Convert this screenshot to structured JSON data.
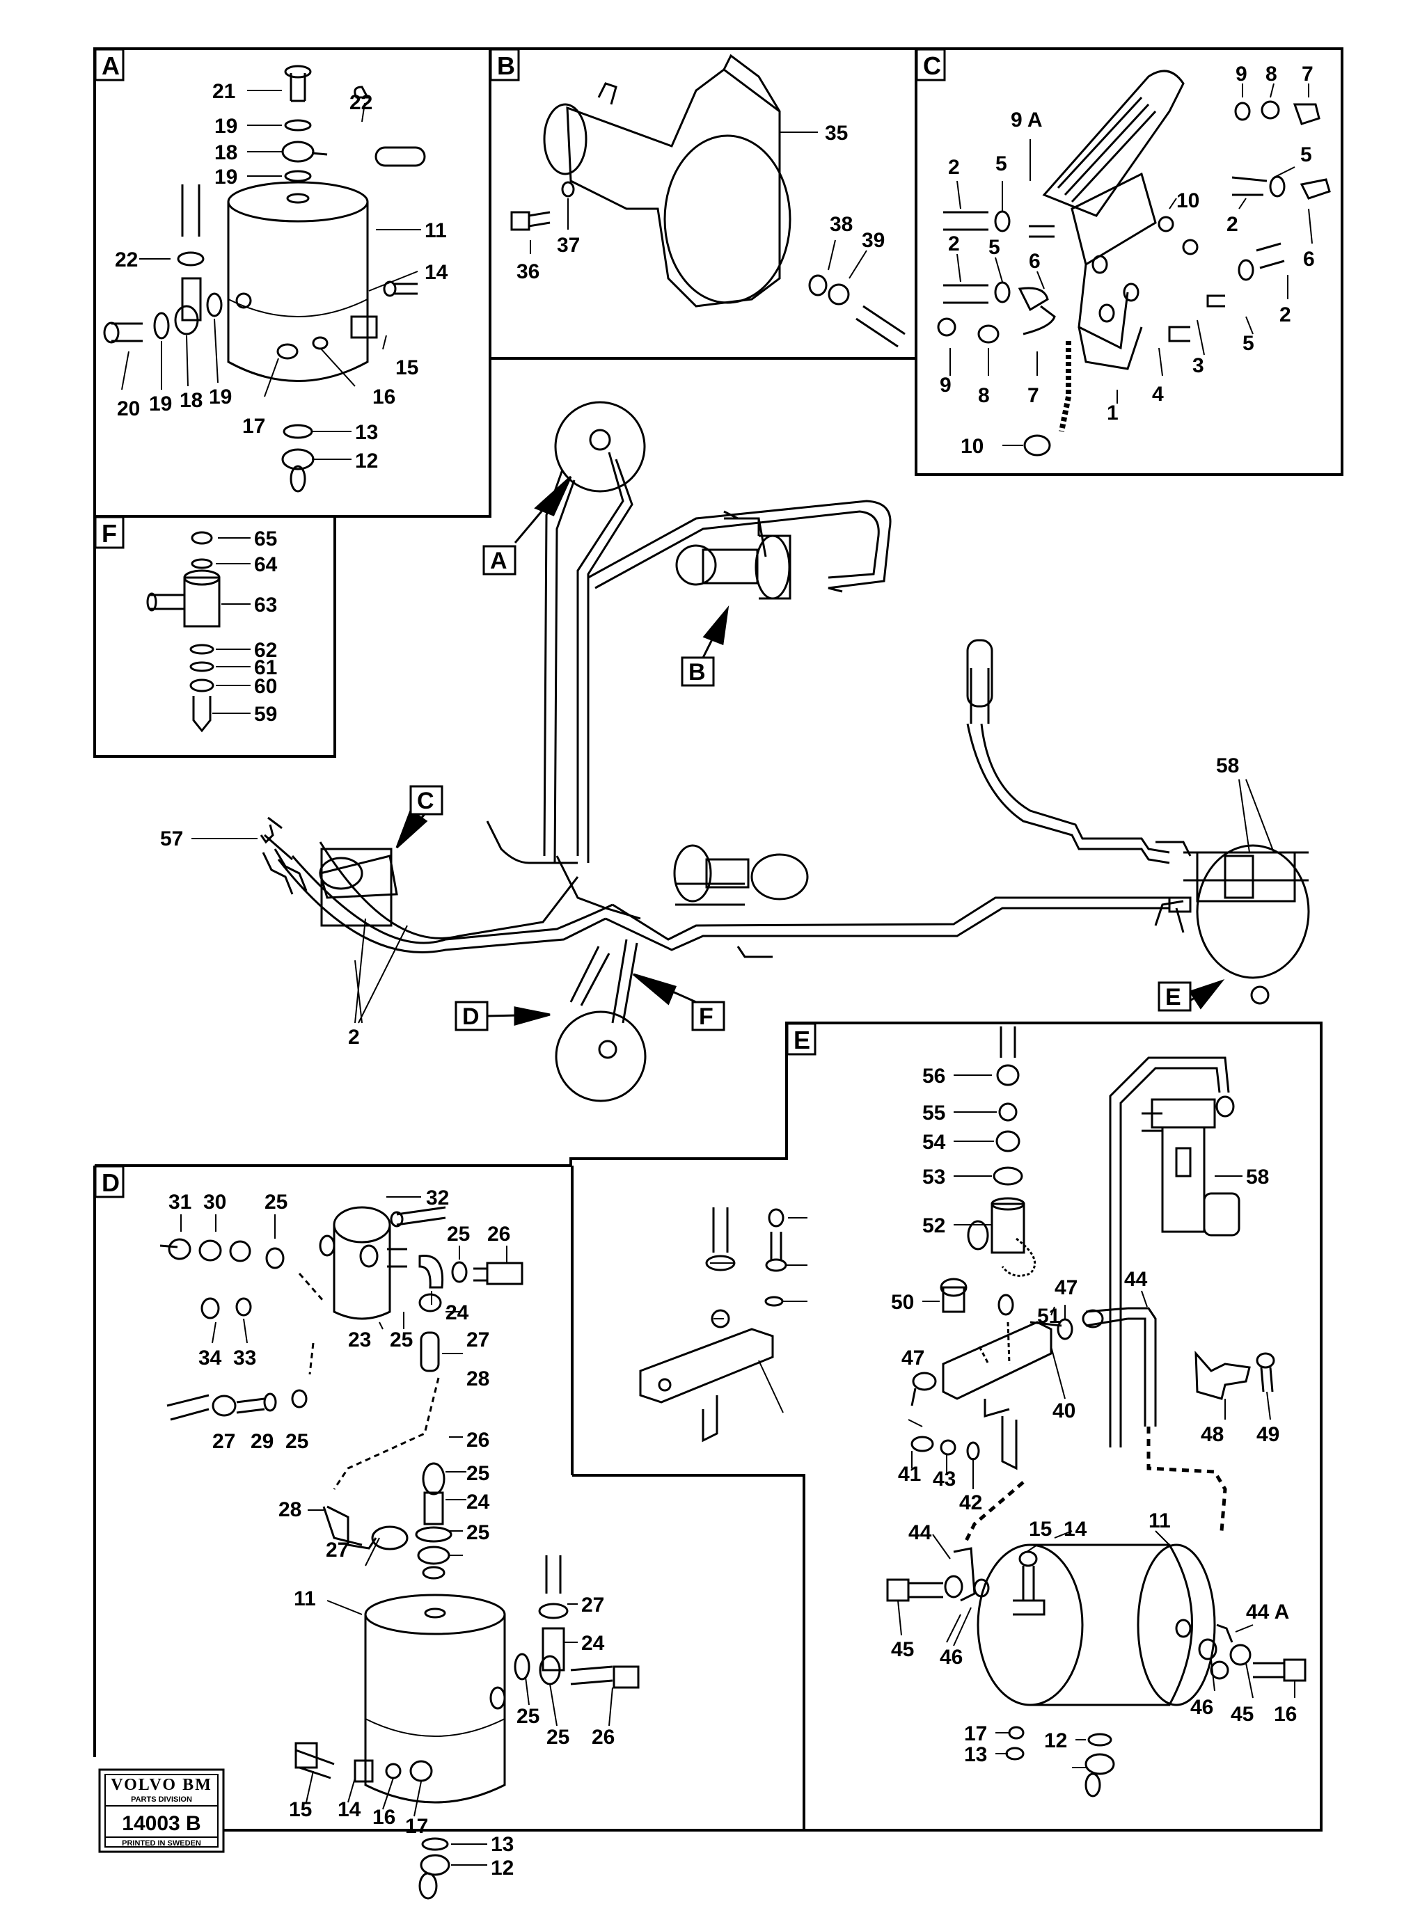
{
  "panels": [
    {
      "key": "A",
      "label": "A",
      "parts": [
        "21",
        "19",
        "18",
        "19",
        "22",
        "11",
        "14",
        "15",
        "16",
        "17",
        "13",
        "12",
        "20",
        "19",
        "18",
        "19",
        "22"
      ]
    },
    {
      "key": "B",
      "label": "B",
      "parts": [
        "35",
        "36",
        "37",
        "38",
        "39"
      ]
    },
    {
      "key": "C",
      "label": "C",
      "parts": [
        "9",
        "8",
        "7",
        "9 A",
        "5",
        "2",
        "10",
        "2",
        "5",
        "6",
        "1",
        "3",
        "4",
        "5",
        "6",
        "2",
        "8",
        "7",
        "9",
        "10",
        "2",
        "5"
      ]
    },
    {
      "key": "D",
      "label": "D",
      "parts": [
        "31",
        "30",
        "25",
        "32",
        "25",
        "26",
        "24",
        "23",
        "25",
        "27",
        "28",
        "34",
        "33",
        "29",
        "25",
        "27",
        "26",
        "25",
        "24",
        "25",
        "28",
        "27",
        "11",
        "27",
        "24",
        "15",
        "14",
        "16",
        "17",
        "25",
        "25",
        "26",
        "13",
        "12"
      ]
    },
    {
      "key": "E",
      "label": "E",
      "parts": [
        "56",
        "55",
        "54",
        "53",
        "52",
        "50",
        "47",
        "51",
        "44",
        "58",
        "47",
        "40",
        "41",
        "43",
        "42",
        "48",
        "49",
        "44",
        "15",
        "14",
        "11",
        "44 A",
        "45",
        "46",
        "46",
        "45",
        "16",
        "17",
        "13",
        "12"
      ]
    },
    {
      "key": "F",
      "label": "F",
      "parts": [
        "65",
        "64",
        "63",
        "62",
        "61",
        "60",
        "59"
      ]
    }
  ],
  "overview": {
    "pointers": [
      "A",
      "B",
      "C",
      "D",
      "E",
      "F"
    ],
    "callouts": [
      "57",
      "58",
      "2"
    ]
  },
  "stamp": {
    "brand": "VOLVO BM",
    "division": "PARTS DIVISION",
    "code": "14003 B",
    "printed": "PRINTED IN SWEDEN"
  }
}
